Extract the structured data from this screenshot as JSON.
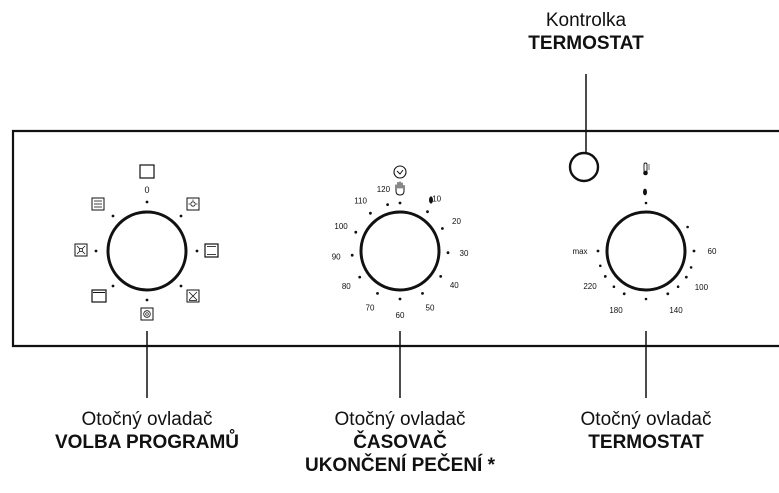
{
  "callouts": {
    "indicator": {
      "line1": "Kontrolka",
      "line2": "TERMOSTAT"
    },
    "program": {
      "line1": "Otočný ovladač",
      "line2": "VOLBA PROGRAMŮ"
    },
    "timer": {
      "line1": "Otočný ovladač",
      "line2": "ČASOVAČ",
      "line3": "UKONČENÍ PEČENÍ *"
    },
    "thermostat": {
      "line1": "Otočný ovladač",
      "line2": "TERMOSTAT"
    }
  },
  "program_knob": {
    "zero_label": "0",
    "icons": [
      "off-square-icon",
      "grill-fan-icon",
      "lamp-icon",
      "bottom-top-heat-icon",
      "fan-heat-icon",
      "bottom-heat-icon",
      "fan-icon",
      "grill-icon"
    ]
  },
  "timer_knob": {
    "labels": [
      "10",
      "20",
      "30",
      "40",
      "50",
      "60",
      "70",
      "80",
      "90",
      "100",
      "110",
      "120"
    ],
    "icons": [
      "clock-icon",
      "hand-icon"
    ]
  },
  "thermostat_knob": {
    "labels": [
      "60",
      "100",
      "140",
      "180",
      "220",
      "max"
    ],
    "icons": [
      "thermometer-icon"
    ]
  }
}
